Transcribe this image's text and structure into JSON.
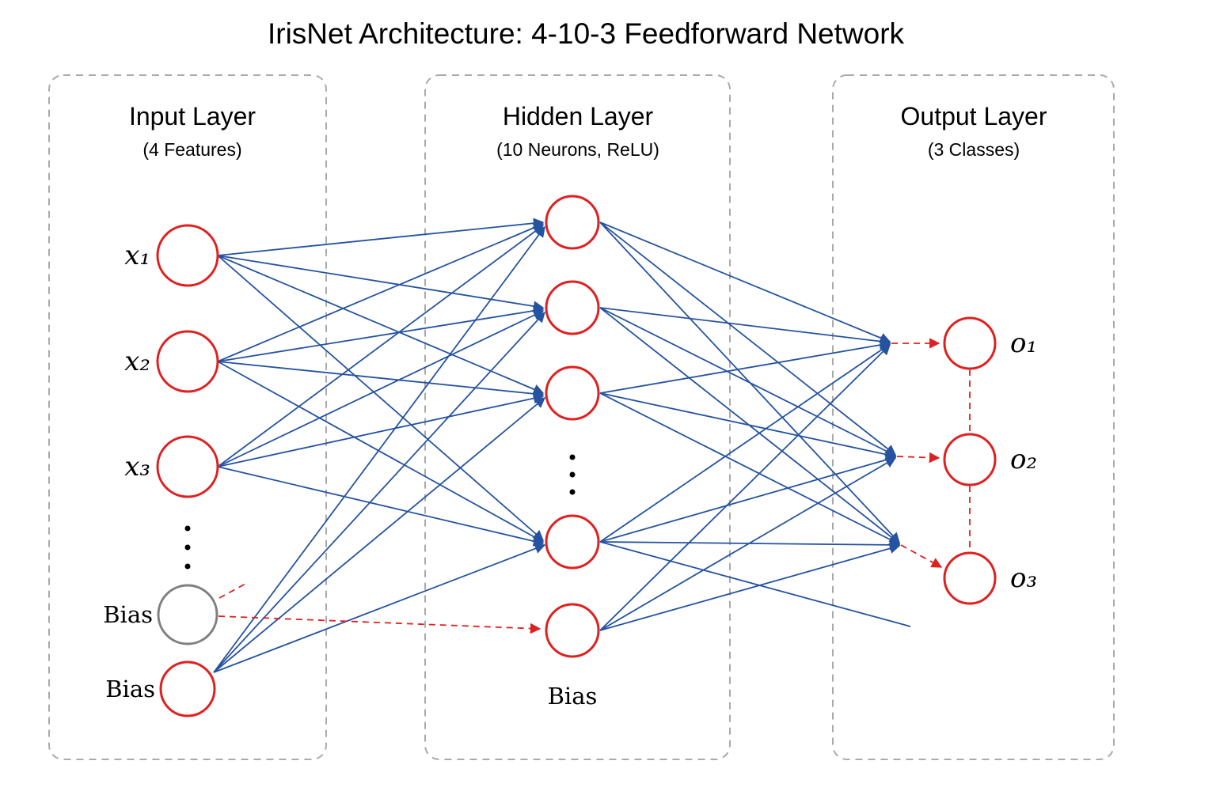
{
  "title": "IrisNet Architecture: 4-10-3 Feedforward Network",
  "layers": {
    "input": {
      "title": "Input Layer",
      "subtitle": "(4 Features)",
      "nodes": [
        "x₁",
        "x₂",
        "x₃"
      ],
      "bias_labels": [
        "Bias",
        "Bias"
      ]
    },
    "hidden": {
      "title": "Hidden Layer",
      "subtitle": "(10 Neurons, ReLU)",
      "bias_label": "Bias"
    },
    "output": {
      "title": "Output Layer",
      "subtitle": "(3 Classes)",
      "nodes": [
        "o₁",
        "o₂",
        "o₃"
      ]
    }
  },
  "colors": {
    "edge_blue": "#2553a0",
    "edge_red": "#e02020",
    "node_red": "#e02020",
    "node_gray": "#808080",
    "box_border": "#aaaaaa"
  }
}
